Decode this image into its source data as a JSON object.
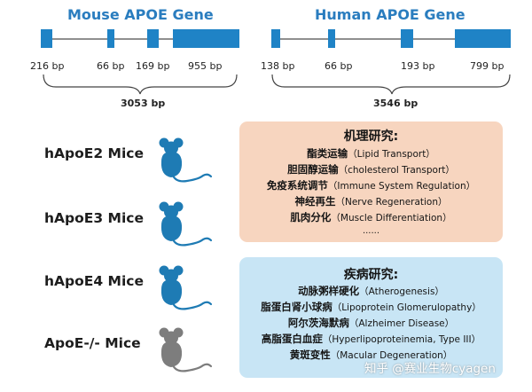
{
  "mouse_gene": {
    "title": "Mouse APOE Gene",
    "segments": [
      "216 bp",
      "66 bp",
      "169 bp",
      "955 bp"
    ],
    "total": "3053 bp"
  },
  "human_gene": {
    "title": "Human APOE Gene",
    "segments": [
      "138 bp",
      "66 bp",
      "193 bp",
      "799 bp"
    ],
    "total": "3546 bp"
  },
  "mice": [
    {
      "label": "hApoE2 Mice",
      "color": "#1e7bb4"
    },
    {
      "label": "hApoE3 Mice",
      "color": "#1e7bb4"
    },
    {
      "label": "hApoE4 Mice",
      "color": "#1e7bb4"
    },
    {
      "label": "ApoE-/- Mice",
      "color": "#7d7d7d"
    }
  ],
  "mechanism": {
    "title": "机理研究:",
    "items": [
      {
        "zh": "酯类运输",
        "en": "（Lipid Transport）"
      },
      {
        "zh": "胆固醇运输",
        "en": "（cholesterol Transport）"
      },
      {
        "zh": "免疫系统调节",
        "en": "（Immune System Regulation）"
      },
      {
        "zh": "神经再生",
        "en": "（Nerve Regeneration）"
      },
      {
        "zh": "肌肉分化",
        "en": "（Muscle Differentiation）"
      }
    ],
    "ellipsis": "......",
    "color": "#f7d5bf"
  },
  "disease": {
    "title": "疾病研究:",
    "items": [
      {
        "zh": "动脉粥样硬化",
        "en": "（Atherogenesis）"
      },
      {
        "zh": "脂蛋白肾小球病",
        "en": "（Lipoprotein Glomerulopathy）"
      },
      {
        "zh": "阿尔茨海默病",
        "en": "（Alzheimer Disease）"
      },
      {
        "zh": "高脂蛋白血症",
        "en": "（Hyperlipoproteinemia, Type III）"
      },
      {
        "zh": "黄斑变性",
        "en": "（Macular Degeneration）"
      }
    ],
    "color": "#c8e5f5"
  },
  "watermark": "知乎 @赛业生物cyagen"
}
